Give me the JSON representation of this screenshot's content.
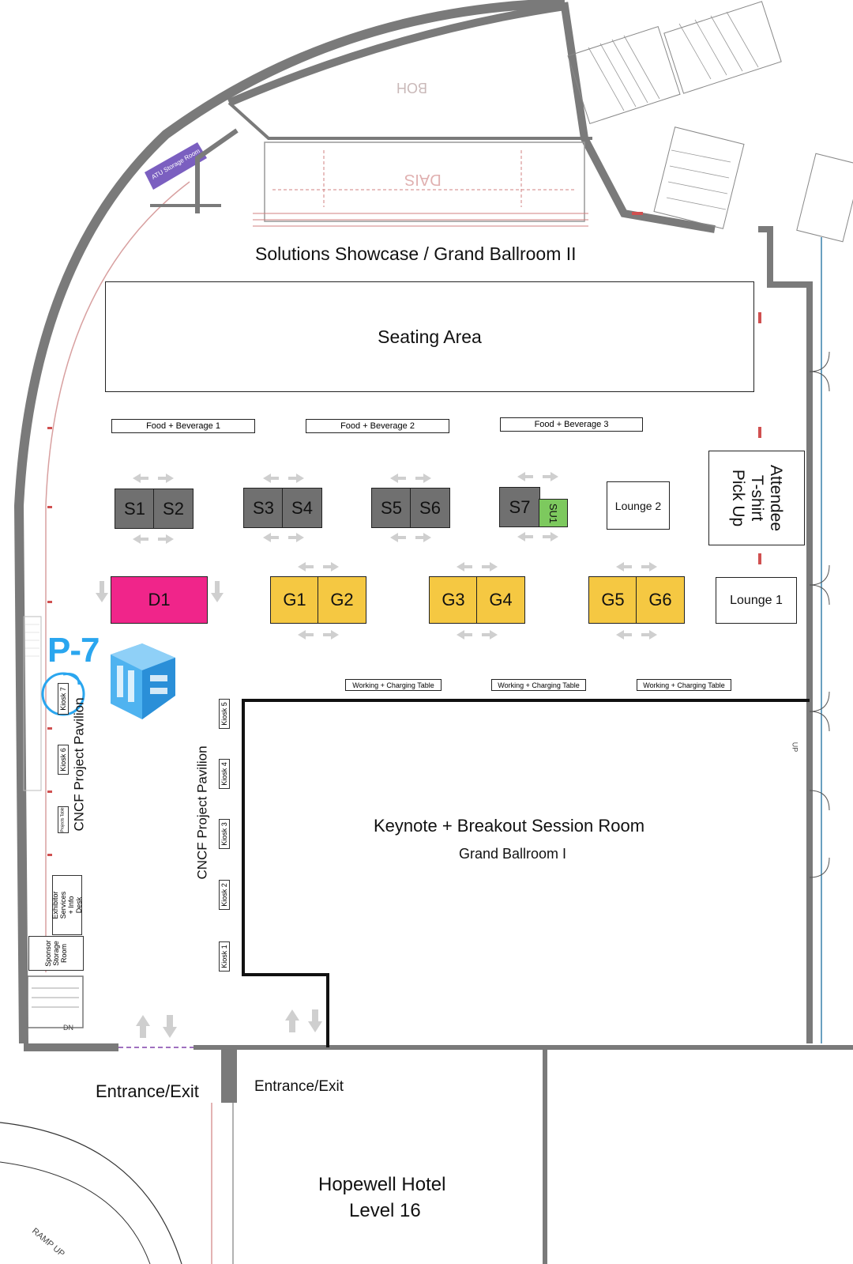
{
  "colors": {
    "wall": "#7a7a7a",
    "booth_s": "#707070",
    "booth_g": "#f5c842",
    "booth_d": "#f0258a",
    "booth_su": "#7dc95e",
    "marker": "#2aa6ef",
    "arrow": "#cfcfcf"
  },
  "rooms": {
    "boh_label": "BOH",
    "dais_label": "DAIS",
    "atu_storage": "ATU Storage Room",
    "showcase_title": "Solutions Showcase / Grand Ballroom II",
    "seating_area": "Seating Area",
    "keynote_title": "Keynote + Breakout Session Room",
    "keynote_subtitle": "Grand Ballroom I",
    "hotel_line1": "Hopewell Hotel",
    "hotel_line2": "Level 16",
    "ramp_label": "RAMP UP"
  },
  "food": [
    "Food + Beverage 1",
    "Food + Beverage 2",
    "Food + Beverage 3"
  ],
  "booths": {
    "s1": "S1",
    "s2": "S2",
    "s3": "S3",
    "s4": "S4",
    "s5": "S5",
    "s6": "S6",
    "s7": "S7",
    "su1": "SU1",
    "d1": "D1",
    "g1": "G1",
    "g2": "G2",
    "g3": "G3",
    "g4": "G4",
    "g5": "G5",
    "g6": "G6"
  },
  "lounges": {
    "lounge1": "Lounge 1",
    "lounge2": "Lounge 2"
  },
  "tshirt": [
    "Attendee",
    "T-shirt",
    "Pick Up"
  ],
  "working_table": "Working + Charging Table",
  "pavilion": "CNCF Project Pavilion",
  "kiosks": {
    "k1": "Kiosk 1",
    "k2": "Kiosk 2",
    "k3": "Kiosk 3",
    "k4": "Kiosk 4",
    "k5": "Kiosk 5",
    "k6": "Kiosk 6",
    "k7": "Kiosk 7"
  },
  "projects_table": "Projects Table",
  "exhibitor_desk": "Exhibitor Services + Info Desk",
  "sponsor_storage": "Sponsor Storage Room",
  "entrance": "Entrance/Exit",
  "marker_label": "P-7",
  "stair_labels": {
    "dn": "DN",
    "up": "UP"
  }
}
